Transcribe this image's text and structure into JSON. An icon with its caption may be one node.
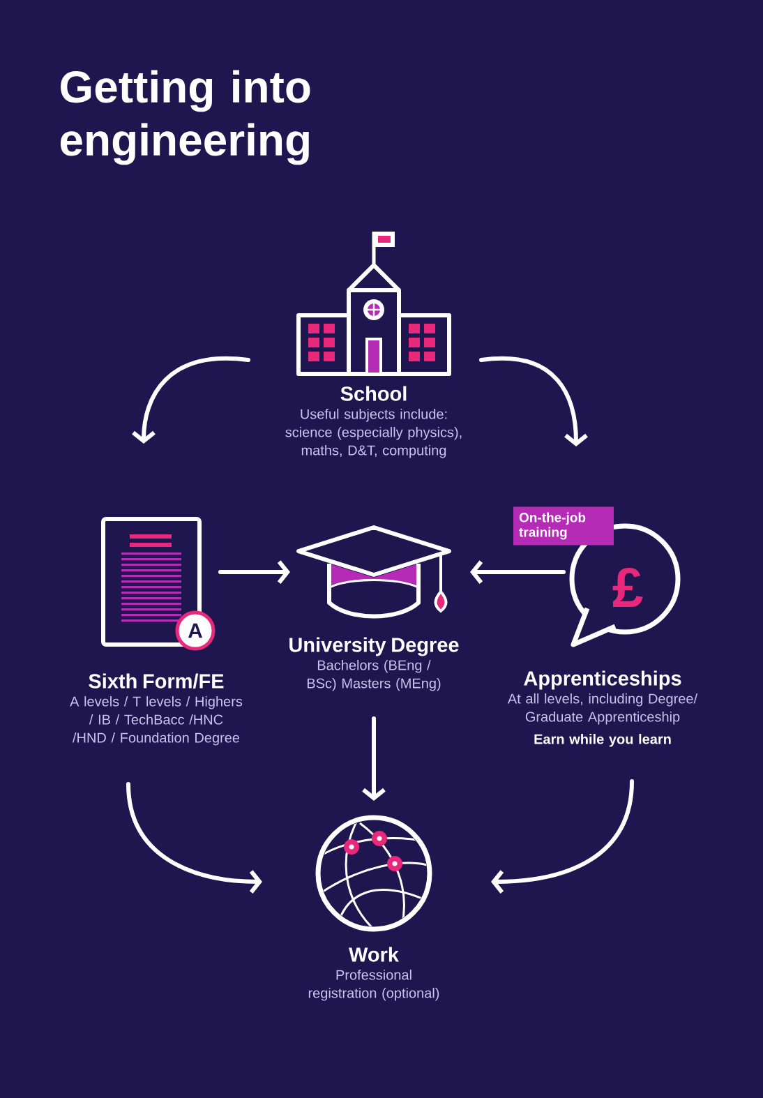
{
  "diagram": {
    "title": "Getting into engineering",
    "nodes": [
      {
        "text": [
          "School",
          "Useful subjects include: science (especially physics), maths, D&T, computing"
        ]
      },
      {
        "text": [
          "Sixth Form/FE",
          "A levels / T levels / Highers / IB / TechBacc /HNC /HND / Foundation Degree"
        ]
      },
      {
        "text": [
          "University Degree",
          "Bachelors (BEng / BSc) Masters (MEng)"
        ]
      },
      {
        "text": [
          "On-the-job training",
          "Apprenticeships",
          "At all levels, including Degree/ Graduate Apprenticeship",
          "Earn while you learn"
        ]
      },
      {
        "text": [
          "Work",
          "Professional registration (optional)"
        ]
      }
    ],
    "edges": [
      {
        "from": 0,
        "to": 1,
        "arrow": "to"
      },
      {
        "from": 0,
        "to": 3,
        "arrow": "to"
      },
      {
        "from": 1,
        "to": 2,
        "arrow": "to"
      },
      {
        "from": 3,
        "to": 2,
        "arrow": "to"
      },
      {
        "from": 2,
        "to": 4,
        "arrow": "to"
      },
      {
        "from": 1,
        "to": 4,
        "arrow": "to"
      },
      {
        "from": 3,
        "to": 4,
        "arrow": "to"
      }
    ],
    "labels": [
      "A",
      "£"
    ]
  }
}
